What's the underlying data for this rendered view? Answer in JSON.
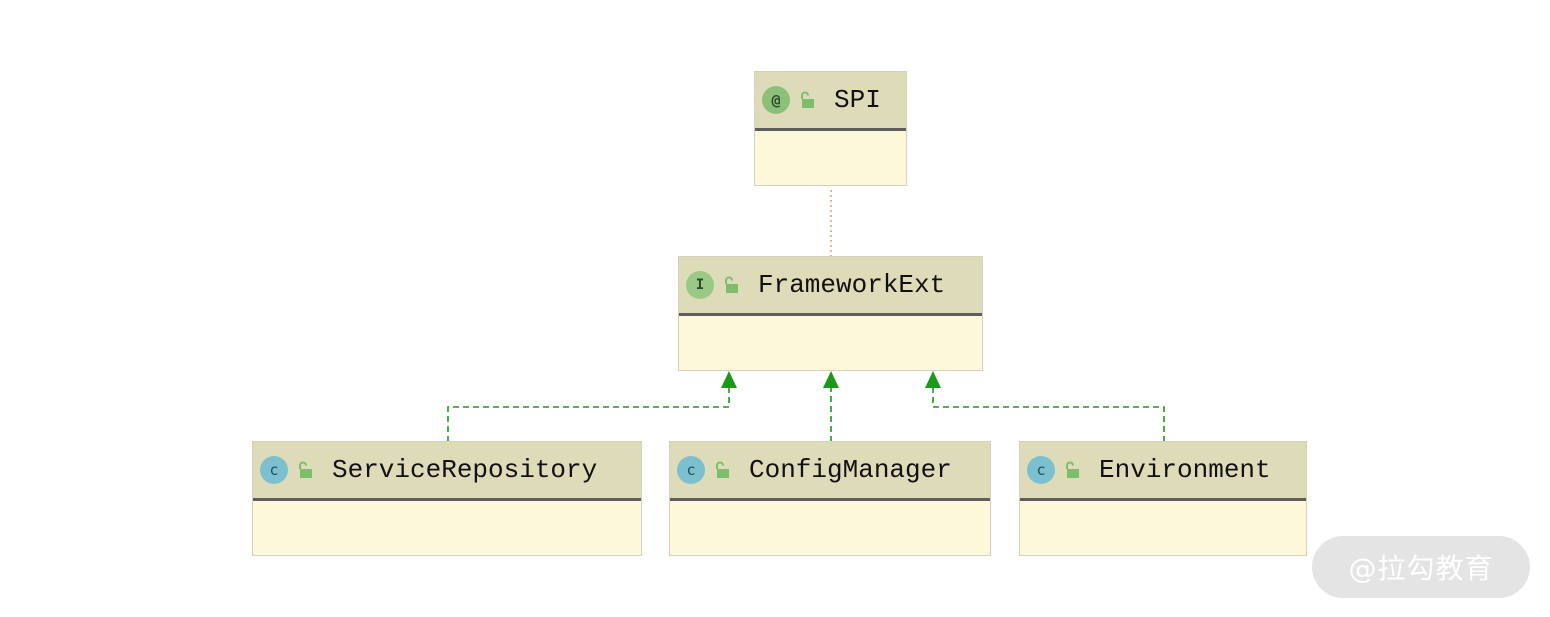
{
  "nodes": {
    "spi": {
      "label": "SPI",
      "kind": "annotation",
      "badge": "@",
      "icon": "annotation-icon"
    },
    "framework_ext": {
      "label": "FrameworkExt",
      "kind": "interface",
      "badge": "I",
      "icon": "interface-icon"
    },
    "service_repository": {
      "label": "ServiceRepository",
      "kind": "class",
      "badge": "c",
      "icon": "class-icon"
    },
    "config_manager": {
      "label": "ConfigManager",
      "kind": "class",
      "badge": "c",
      "icon": "class-icon"
    },
    "environment": {
      "label": "Environment",
      "kind": "class",
      "badge": "c",
      "icon": "class-icon"
    }
  },
  "edges": [
    {
      "from": "framework_ext",
      "to": "spi",
      "style": "dotted",
      "relation": "annotated-by"
    },
    {
      "from": "service_repository",
      "to": "framework_ext",
      "style": "dashed",
      "relation": "implements"
    },
    {
      "from": "config_manager",
      "to": "framework_ext",
      "style": "dashed",
      "relation": "implements"
    },
    {
      "from": "environment",
      "to": "framework_ext",
      "style": "dashed",
      "relation": "implements"
    }
  ],
  "colors": {
    "header": "#dedbb8",
    "body": "#fdf8da",
    "edge": "#1a9a1a",
    "dotted_edge": "#c9a66b"
  },
  "watermark": "@拉勾教育"
}
